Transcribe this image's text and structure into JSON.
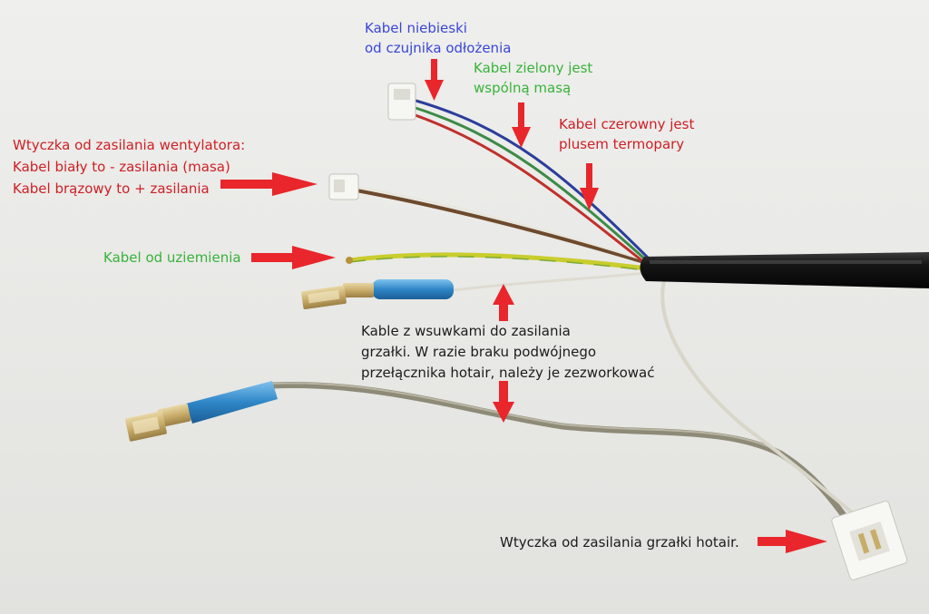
{
  "annotations": {
    "blue_cable": [
      "Kabel niebieski",
      "od czujnika odłożenia"
    ],
    "green_cable": [
      "Kabel zielony jest",
      "wspólną masą"
    ],
    "red_cable": [
      "Kabel czerowny jest",
      "plusem termopary"
    ],
    "fan_plug": [
      "Wtyczka od zasilania wentylatora:",
      "Kabel biały to - zasilania (masa)",
      "Kabel brązowy to + zasilania"
    ],
    "ground_cable": "Kabel od uziemienia",
    "heater_spades": [
      "Kable z wsuwkami do zasilania",
      "grzałki. W razie braku podwójnego",
      "przełącznika hotair, należy je zezworkować"
    ],
    "heater_plug": "Wtyczka od zasilania grzałki hotair."
  },
  "colors": {
    "blue_text": "#3a46d8",
    "green_text": "#37b33a",
    "red_text": "#cf1f25",
    "arrow": "#e8262b",
    "background": "#ececea"
  }
}
